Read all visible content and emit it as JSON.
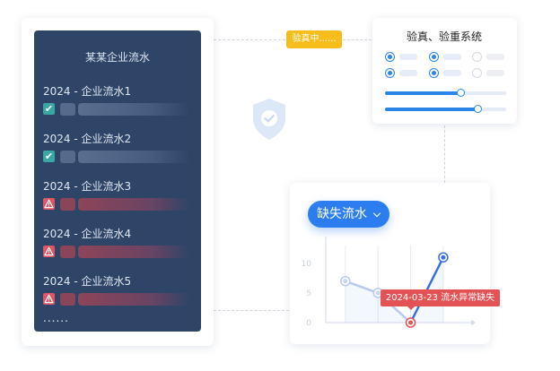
{
  "ledger": {
    "title": "某某企业流水",
    "items": [
      {
        "label": "2024 - 企业流水1",
        "status": "ok"
      },
      {
        "label": "2024 - 企业流水2",
        "status": "ok"
      },
      {
        "label": "2024 - 企业流水3",
        "status": "warning"
      },
      {
        "label": "2024 - 企业流水4",
        "status": "warning"
      },
      {
        "label": "2024 - 企业流水5",
        "status": "warning"
      }
    ],
    "more": "......",
    "icons": {
      "ok": "check-icon",
      "warning": "warning-triangle-icon"
    },
    "colors": {
      "panel": "#2f4568",
      "ok": "#3aa7a5",
      "warning": "#e05561"
    }
  },
  "verifying_badge": "验真中......",
  "shield_icon": "shield-check-icon",
  "verify_panel": {
    "title": "验真、验重系统",
    "radio_rows": [
      [
        true,
        true,
        false
      ],
      [
        true,
        true,
        false
      ]
    ],
    "sliders": [
      0.62,
      0.76
    ]
  },
  "chart_panel": {
    "dropdown_label": "缺失流水",
    "dropdown_icon": "chevron-down-icon",
    "tooltip": "2024-03-23 流水异常缺失",
    "accent": "#2c7ef0",
    "alert": "#e35356"
  },
  "chart_data": {
    "type": "line",
    "x": [
      1,
      2,
      3,
      4
    ],
    "y": [
      7,
      5,
      0,
      11
    ],
    "y_ticks": [
      0,
      5,
      10
    ],
    "ylim": [
      0,
      13
    ],
    "anomaly_index": 2,
    "title": "",
    "xlabel": "",
    "ylabel": ""
  }
}
